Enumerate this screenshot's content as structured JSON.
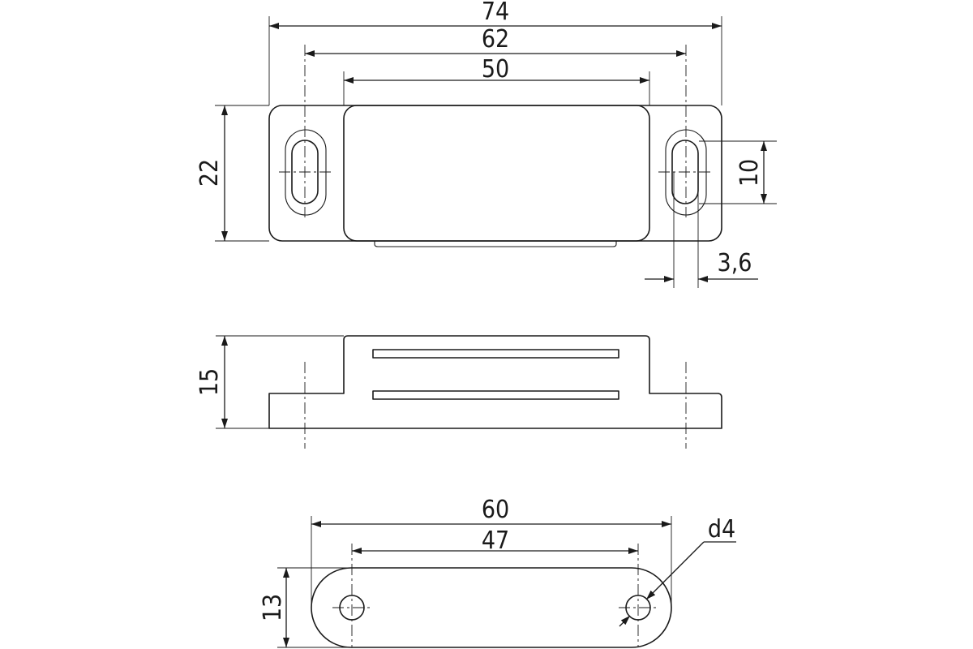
{
  "top_view": {
    "overall_width": "74",
    "hole_spacing": "62",
    "magnet_width": "50",
    "height": "22",
    "slot_length": "10",
    "slot_width": "3,6"
  },
  "side_view": {
    "height": "15"
  },
  "plate_view": {
    "overall_width": "60",
    "hole_spacing": "47",
    "height": "13",
    "hole_diameter": "d4"
  }
}
